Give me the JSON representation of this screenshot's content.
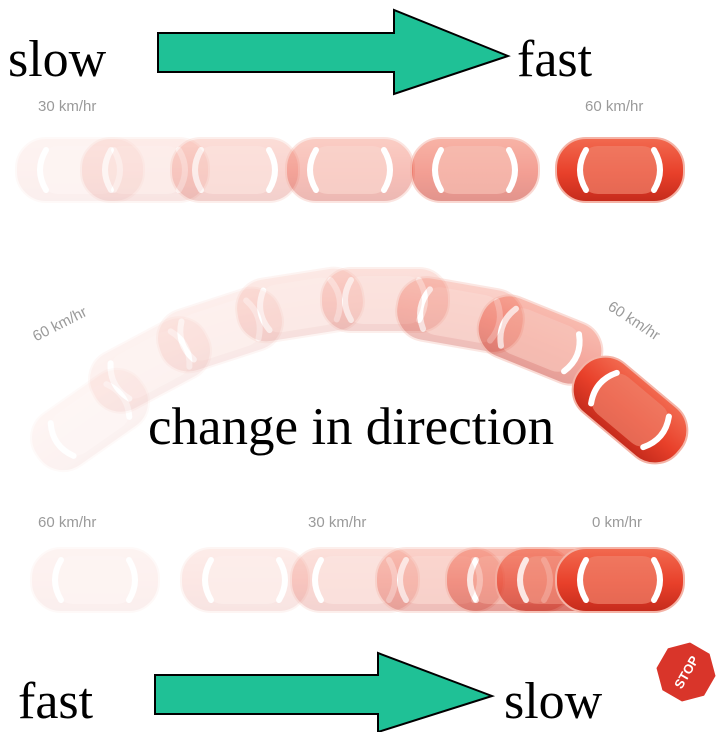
{
  "top": {
    "left_word": "slow",
    "right_word": "fast",
    "speed_start": "30 km/hr",
    "speed_end": "60 km/hr"
  },
  "middle": {
    "speed_start": "60 km/hr",
    "speed_end": "60 km/hr",
    "caption": "change in direction"
  },
  "bottom": {
    "speed_start": "60 km/hr",
    "speed_mid": "30 km/hr",
    "speed_end": "0 km/hr",
    "left_word": "fast",
    "right_word": "slow",
    "sign_text": "STOP"
  },
  "colors": {
    "arrow_fill": "#1fc196",
    "car_red": "#e8402a",
    "stop_red": "#d9352a"
  }
}
